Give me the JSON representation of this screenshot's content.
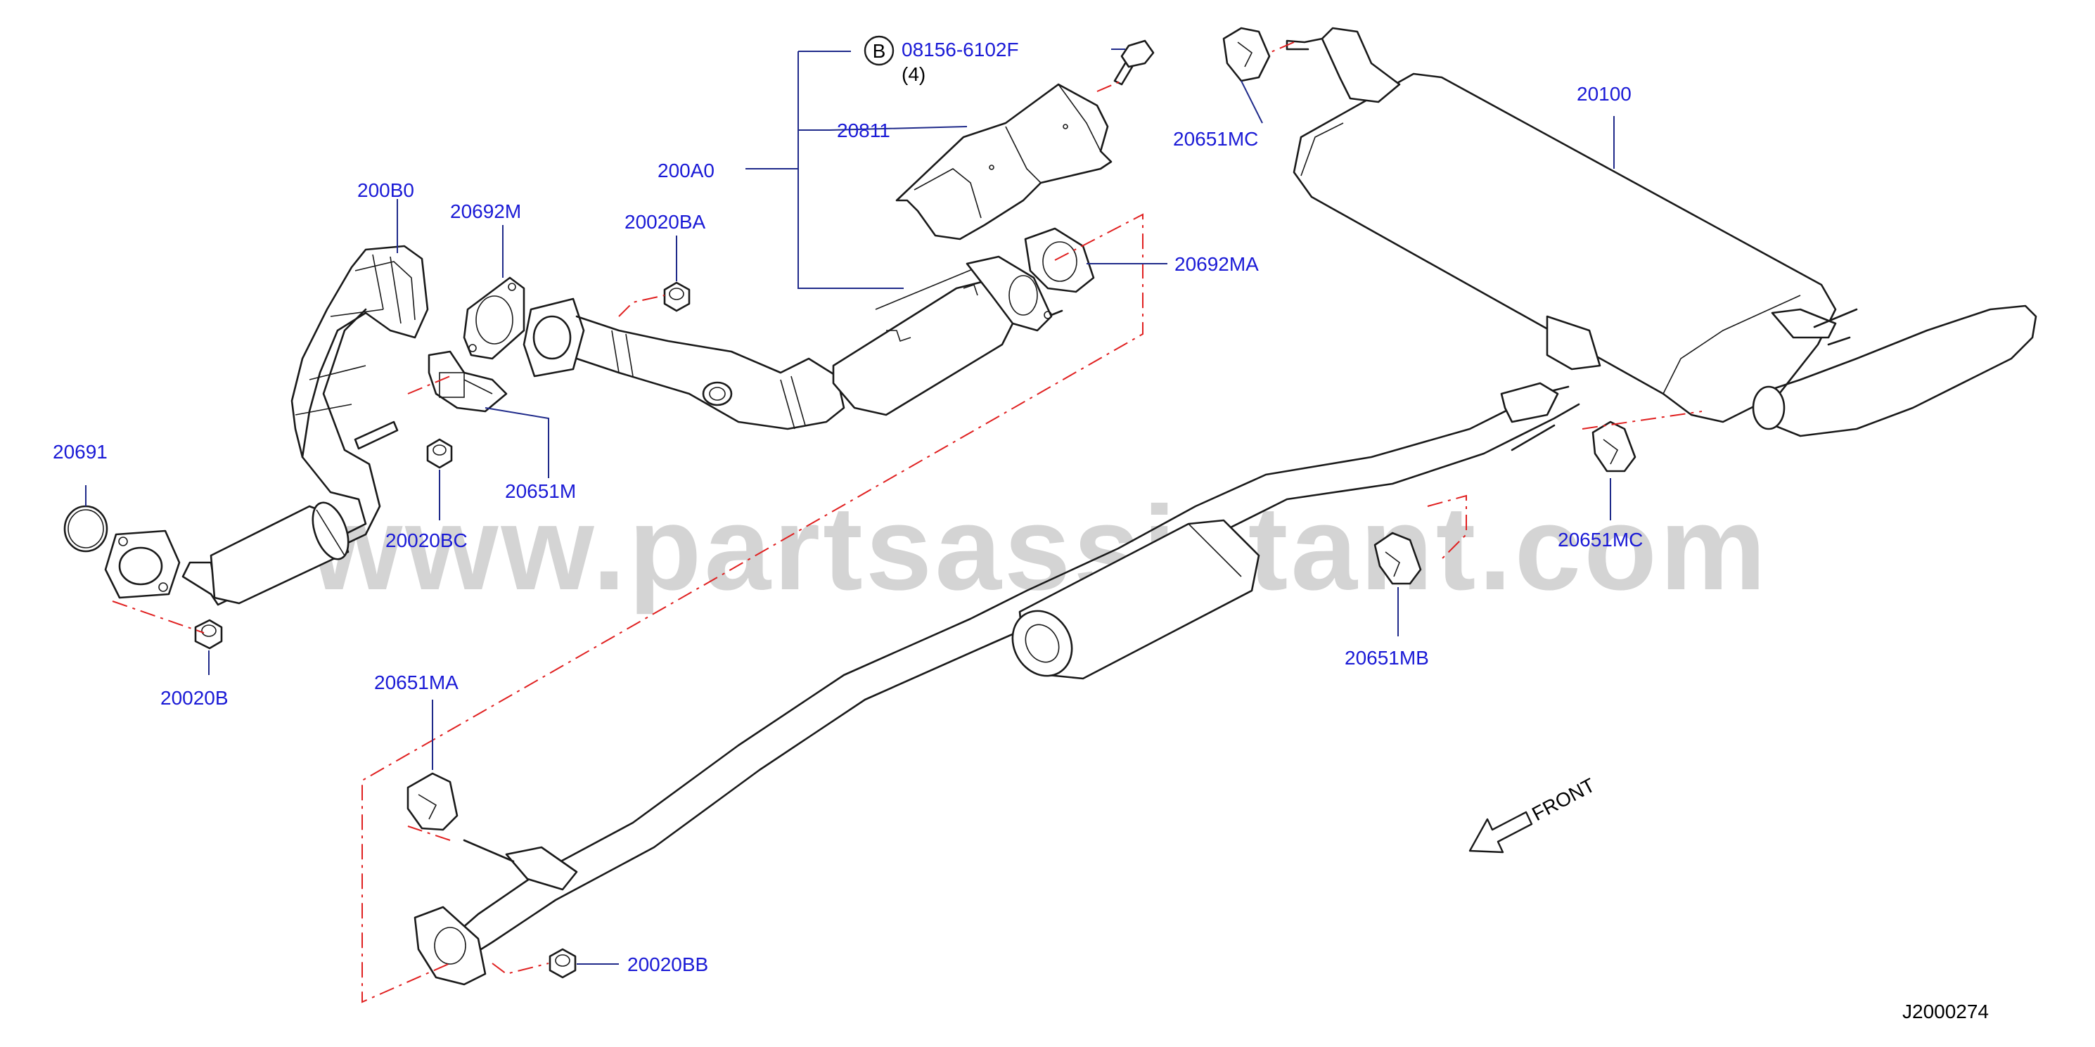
{
  "watermark": "www.partsassistant.com",
  "diagram_id": "J2000274",
  "direction_label": "FRONT",
  "callout_symbol": "B",
  "callout_qty": "(4)",
  "parts": {
    "p200B0": "200B0",
    "p20692M": "20692M",
    "p20020BA": "20020BA",
    "p200A0": "200A0",
    "p20811": "20811",
    "p08156": "08156-6102F",
    "p20651MC_top": "20651MC",
    "p20100": "20100",
    "p20692MA": "20692MA",
    "p20691": "20691",
    "p20651M": "20651M",
    "p20020BC": "20020BC",
    "p20020B": "20020B",
    "p20651MC_right": "20651MC",
    "p20651MB": "20651MB",
    "p20651MA": "20651MA",
    "p20020BB": "20020BB"
  },
  "colors": {
    "label": "#1a1ad6",
    "leader": "#1f2a8a",
    "phantom_line": "#e02020",
    "watermark": "#d4d4d4"
  }
}
